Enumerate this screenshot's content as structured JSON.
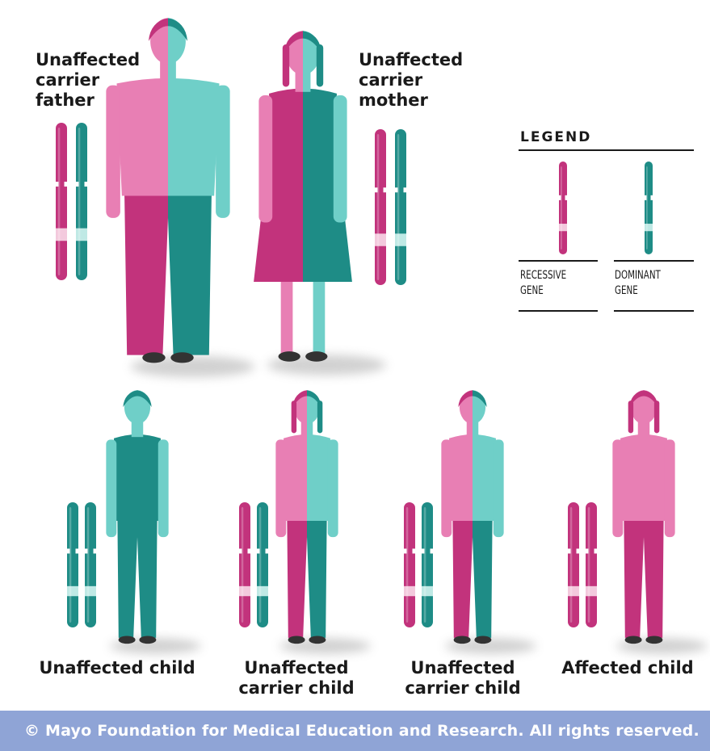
{
  "colors": {
    "recessive": "#c2337c",
    "recessive_light": "#e87fb4",
    "dominant": "#1e8c86",
    "dominant_light": "#6fcfc8",
    "band": "#f3c9dd",
    "footer_bg": "#8fa4d6"
  },
  "parents": {
    "father": {
      "label": "Unaffected\ncarrier\nfather",
      "genes": [
        "recessive",
        "dominant"
      ]
    },
    "mother": {
      "label": "Unaffected\ncarrier\nmother",
      "genes": [
        "recessive",
        "dominant"
      ]
    }
  },
  "legend": {
    "title": "LEGEND",
    "recessive_label": "RECESSIVE\nGENE",
    "dominant_label": "DOMINANT\nGENE"
  },
  "children": [
    {
      "label": "Unaffected child",
      "genes": [
        "dominant",
        "dominant"
      ]
    },
    {
      "label": "Unaffected\ncarrier child",
      "genes": [
        "recessive",
        "dominant"
      ]
    },
    {
      "label": "Unaffected\ncarrier child",
      "genes": [
        "recessive",
        "dominant"
      ]
    },
    {
      "label": "Affected child",
      "genes": [
        "recessive",
        "recessive"
      ]
    }
  ],
  "footer": {
    "text": "© Mayo Foundation for Medical Education and Research.  All rights reserved."
  }
}
